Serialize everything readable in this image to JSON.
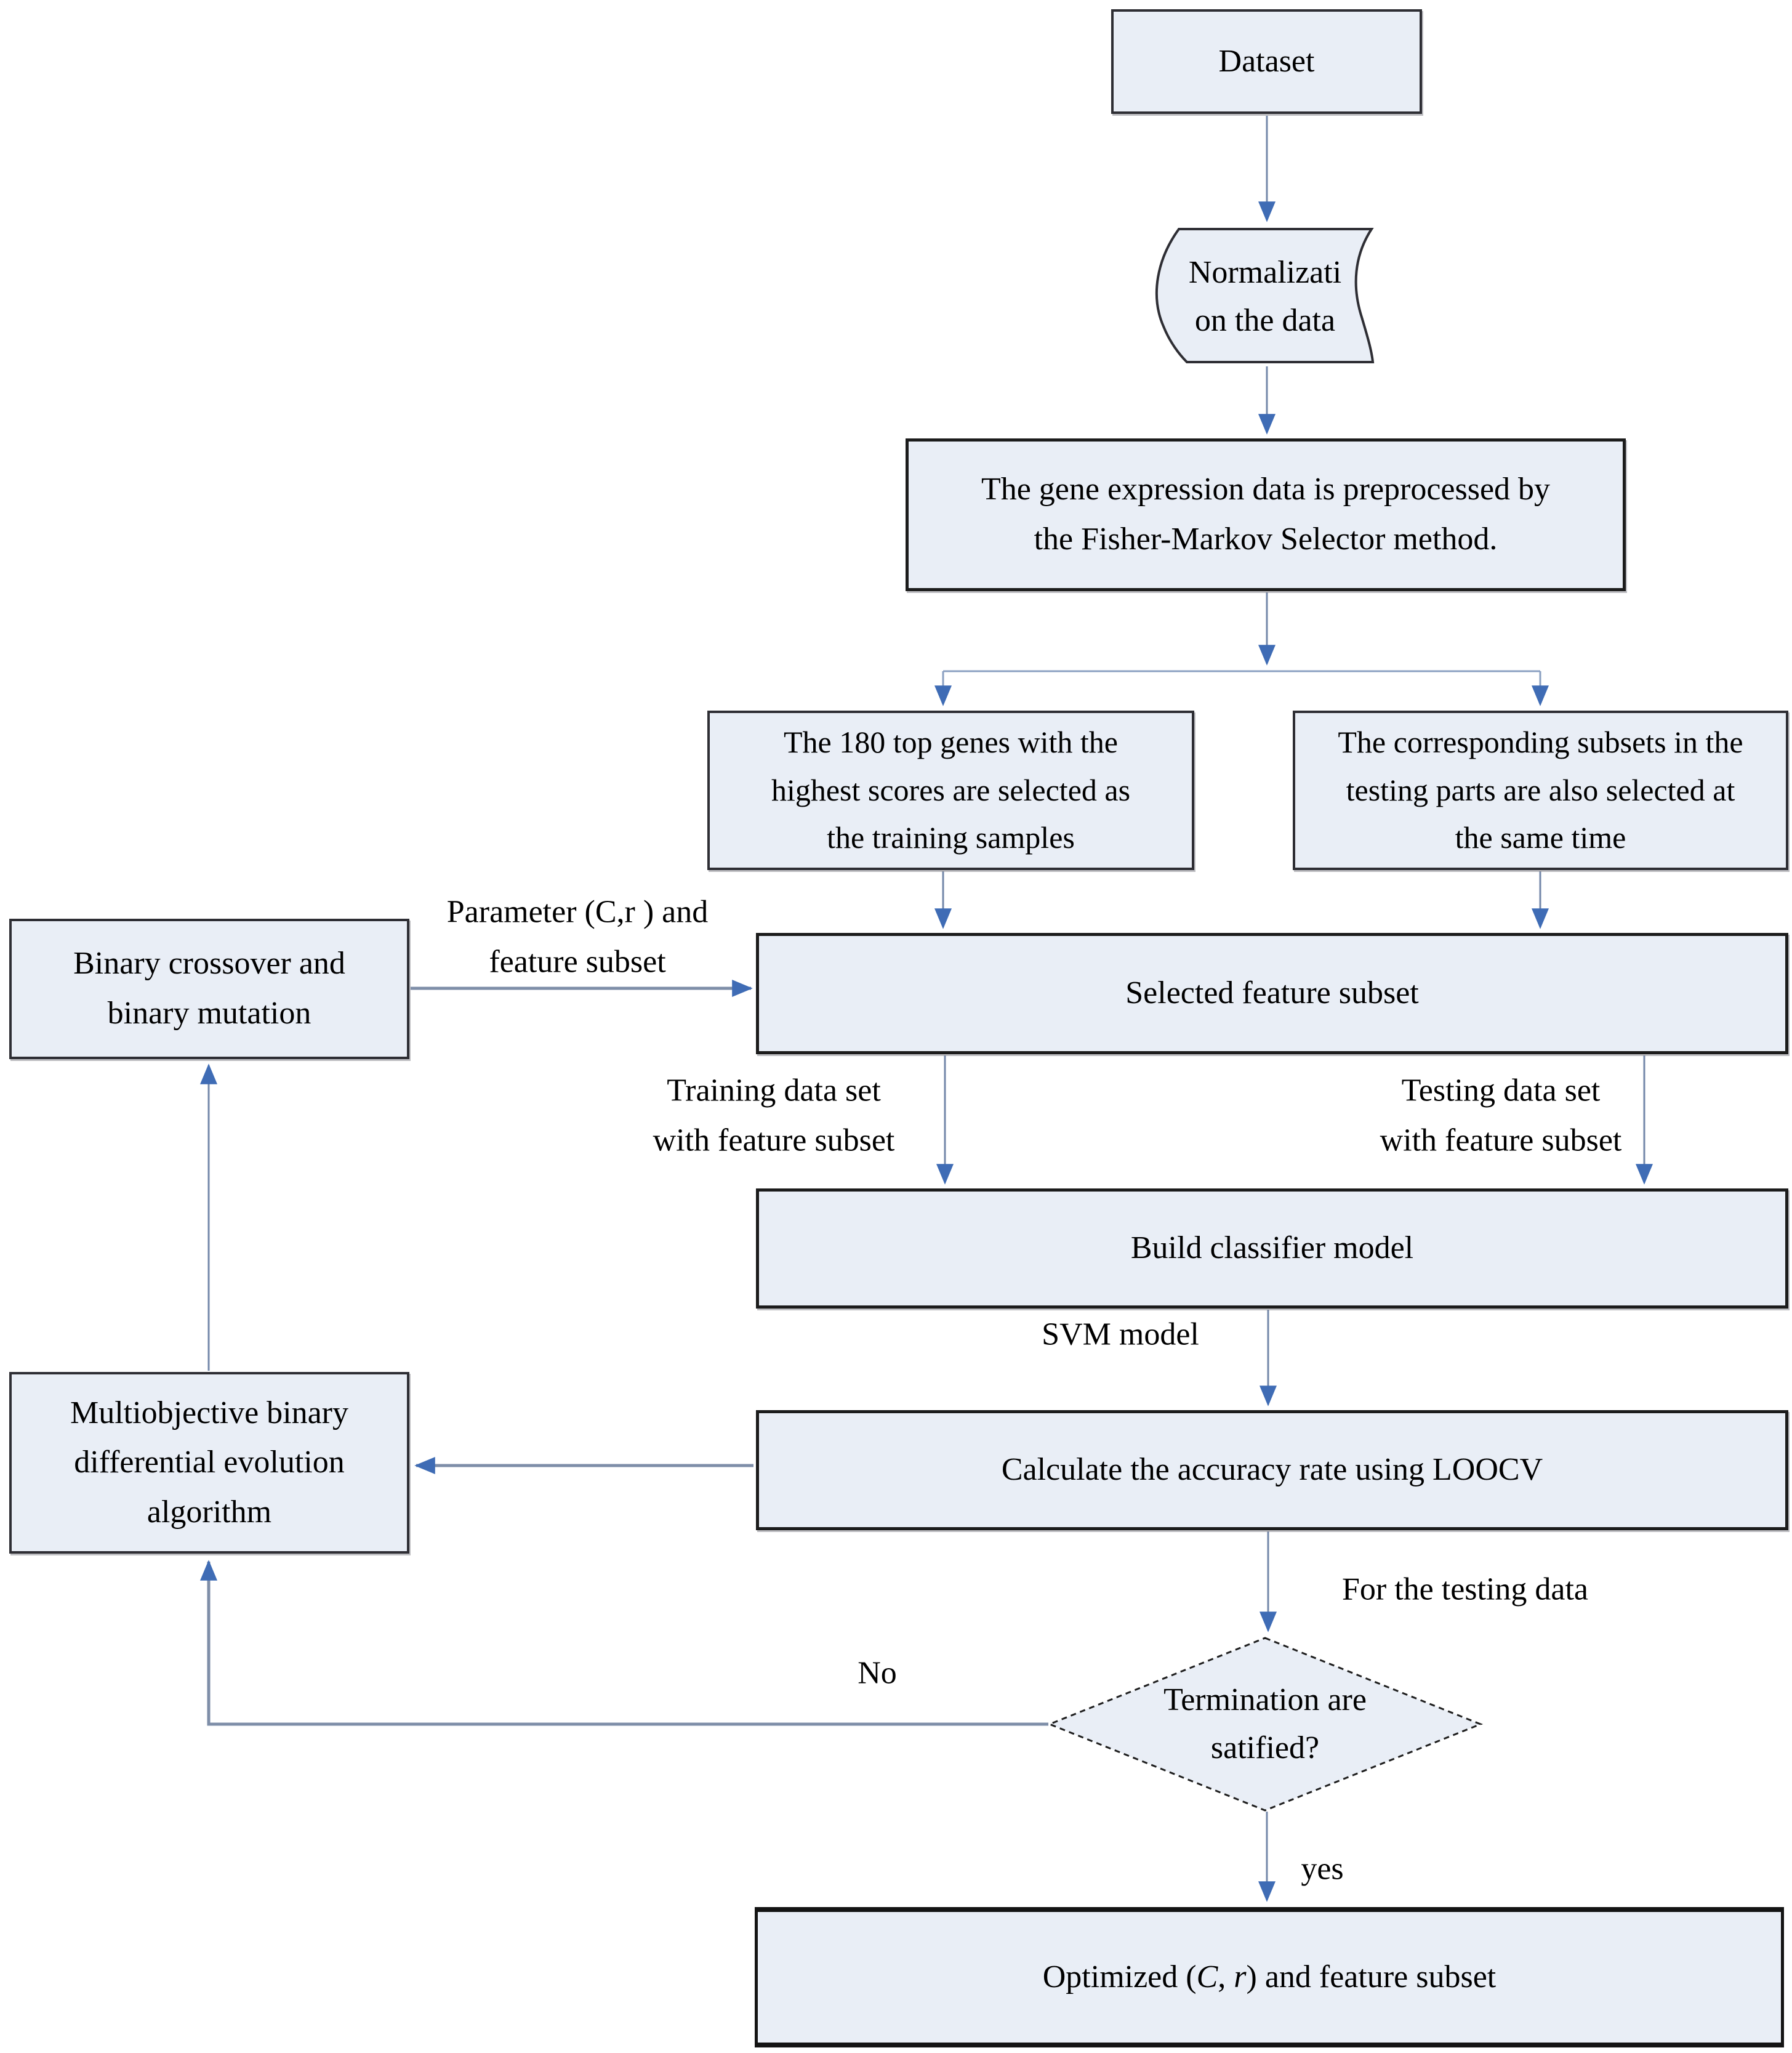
{
  "diagram_title": "Multiobjective binary differential evolution SVM gene selection flowchart",
  "colors": {
    "box_fill": "#e9eef6",
    "box_border": "#1c1c1c",
    "arrow_line": "#7488aa",
    "arrow_line_thick": "#7e8ea8",
    "split_line": "#8ba0c2",
    "arrow_head": "#3f6cb5",
    "text": "#000000"
  },
  "nodes": {
    "dataset": {
      "label": "Dataset",
      "shape": "rectangle"
    },
    "normalization": {
      "label": "Normalizati\non the data",
      "shape": "document"
    },
    "preprocess": {
      "label": "The gene expression data is preprocessed by\nthe Fisher-Markov Selector method.",
      "shape": "rectangle"
    },
    "top_genes": {
      "label": "The 180 top genes with the\nhighest scores are selected as\nthe training samples",
      "shape": "rectangle"
    },
    "testing_subsets": {
      "label": "The corresponding subsets in the\ntesting parts are also selected at\nthe same time",
      "shape": "rectangle"
    },
    "selected_subset": {
      "label": "Selected feature subset",
      "shape": "rectangle"
    },
    "binary_ops": {
      "label": "Binary crossover and\nbinary mutation",
      "shape": "rectangle"
    },
    "build_model": {
      "label": "Build classifier model",
      "shape": "rectangle"
    },
    "mobde": {
      "label": "Multiobjective binary\ndifferential evolution\nalgorithm",
      "shape": "rectangle"
    },
    "loocv": {
      "label": "Calculate the accuracy rate using LOOCV",
      "shape": "rectangle"
    },
    "termination": {
      "label": "Termination are\nsatified?",
      "shape": "diamond"
    },
    "optimized": {
      "shape": "rectangle",
      "pre": "Optimized (",
      "c": "C",
      "sep": ", ",
      "r": "r",
      "post": ") and feature subset"
    }
  },
  "edge_labels": {
    "parameter": "Parameter (C,r ) and\nfeature subset",
    "training": "Training data set\nwith feature subset",
    "testing": "Testing data set\nwith feature subset",
    "svm": "SVM model",
    "for_testing": "For the testing data",
    "no": "No",
    "yes": "yes"
  }
}
